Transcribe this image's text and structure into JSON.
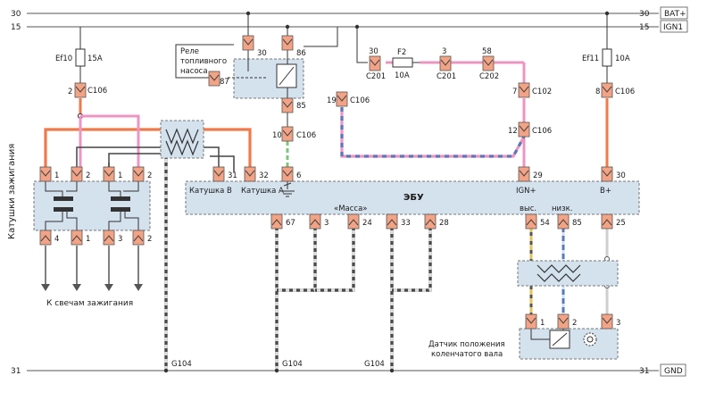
{
  "rails": {
    "bat": {
      "num_left": "30",
      "num_right": "30",
      "label": "BAT+"
    },
    "ign": {
      "num_left": "15",
      "num_right": "15",
      "label": "IGN1"
    },
    "gnd": {
      "num_left": "31",
      "num_right": "31",
      "label": "GND"
    }
  },
  "fuses": {
    "ef10": {
      "name": "Ef10",
      "rating": "15A"
    },
    "ef11": {
      "name": "Ef11",
      "rating": "10A"
    },
    "f2": {
      "name": "F2",
      "rating": "10A"
    }
  },
  "relay": {
    "title_line1": "Реле",
    "title_line2": "топливного",
    "title_line3": "насоса",
    "pins": {
      "p30": "30",
      "p86": "86",
      "p87": "87",
      "p85": "85"
    }
  },
  "connectors": {
    "c106_ef10": {
      "pin": "2",
      "name": "C106"
    },
    "c106_p19": {
      "pin": "19",
      "name": "C106"
    },
    "c106_p10": {
      "pin": "10",
      "name": "C106"
    },
    "c106_p7": {
      "pin": "7",
      "name": "C102"
    },
    "c106_p12": {
      "pin": "12",
      "name": "C106"
    },
    "c106_p8": {
      "pin": "8",
      "name": "C106"
    },
    "c201a": {
      "pin": "30",
      "name": "C201"
    },
    "c201b": {
      "pin": "3",
      "name": "C201"
    },
    "c202": {
      "pin": "58",
      "name": "C202"
    }
  },
  "coils": {
    "label": "Катушки зажигания",
    "top_pins": [
      "1",
      "2",
      "1",
      "2"
    ],
    "bottom_pins": [
      "4",
      "1",
      "3",
      "2"
    ],
    "plugs_label": "К свечам зажигания"
  },
  "ecu": {
    "title": "ЭБУ",
    "coil_b": "Катушка В",
    "coil_a": "Катушка А",
    "ground_label": "«Масса»",
    "top_pins": {
      "p31": "31",
      "p32": "32",
      "p6": "6",
      "p29": "29",
      "p30": "30"
    },
    "ign_label": "IGN+",
    "bplus_label": "B+",
    "high_label": "выс.",
    "low_label": "низк.",
    "bottom_pins": {
      "p67": "67",
      "p3": "3",
      "p24": "24",
      "p33": "33",
      "p28": "28",
      "p54": "54",
      "p85": "85",
      "p25": "25"
    }
  },
  "sensor": {
    "pins": [
      "1",
      "2",
      "3"
    ],
    "label_line1": "Датчик положения",
    "label_line2": "коленчатого вала"
  },
  "grounds": {
    "g1": "G104",
    "g2": "G104",
    "g3": "G104"
  },
  "colors": {
    "red": "#f07a4a",
    "pink": "#ee94c2",
    "blue": "#5a79b8",
    "green": "#7cc67c",
    "yellow": "#e2c35a",
    "gray": "#cfcfcf",
    "dark": "#4a4a4a",
    "box": "#d4e2ee",
    "pin": "#f3a385"
  }
}
